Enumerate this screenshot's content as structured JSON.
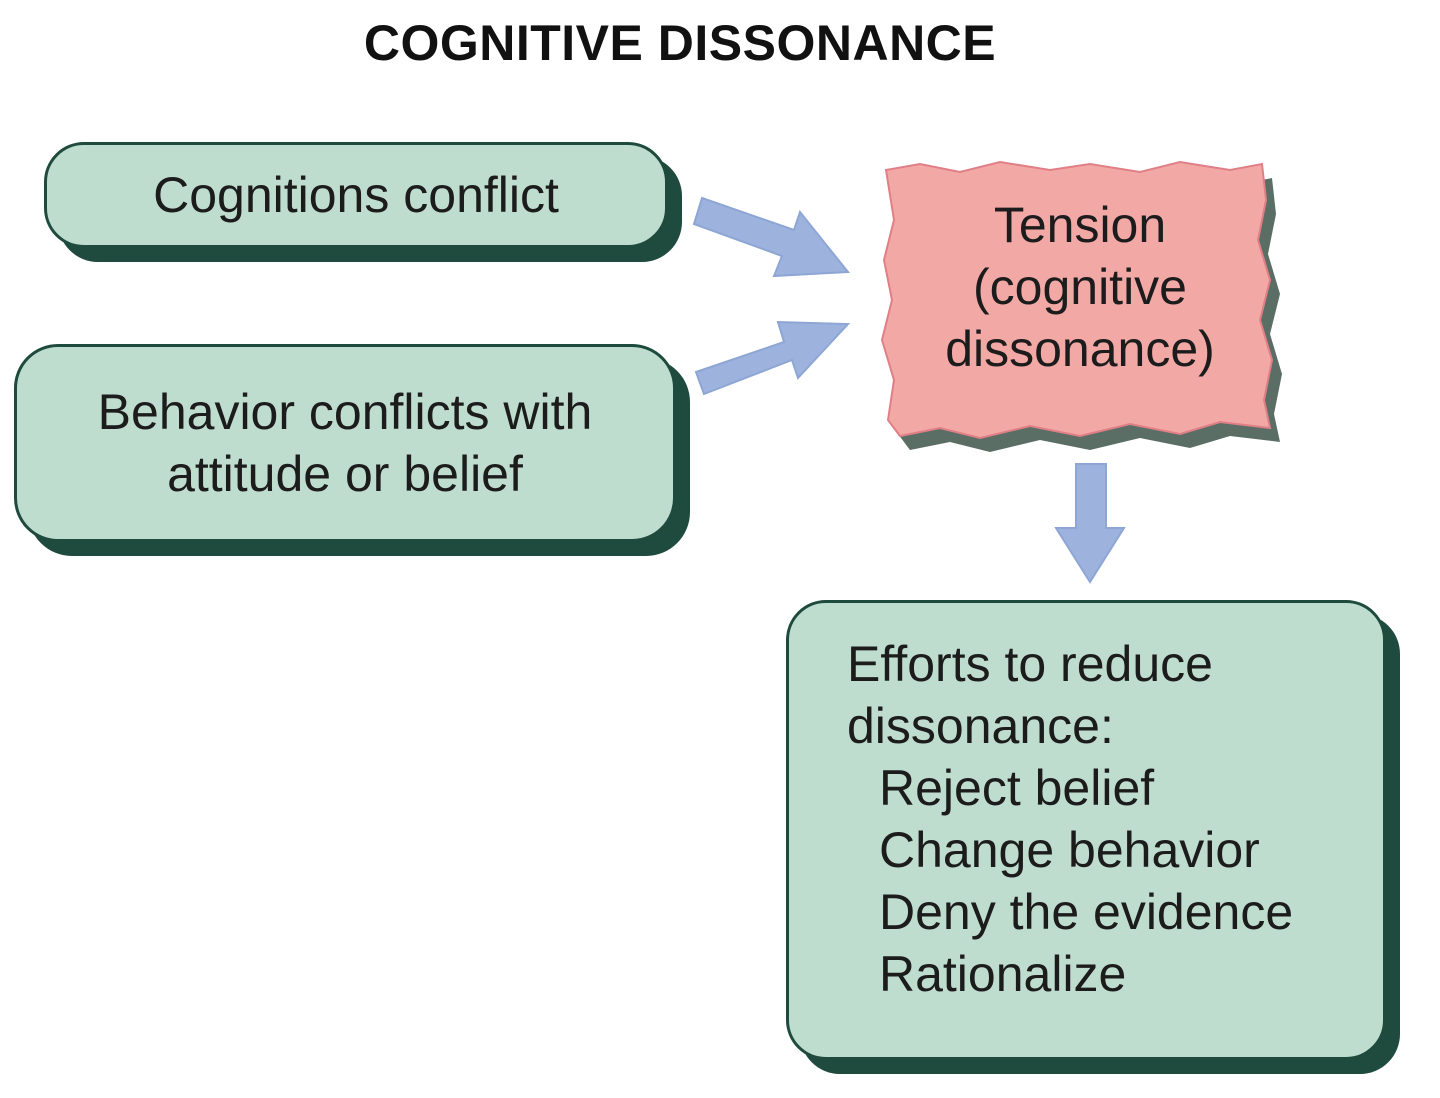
{
  "title": "COGNITIVE DISSONANCE",
  "nodes": {
    "cognitions_conflict": "Cognitions conflict",
    "behavior_conflicts": [
      "Behavior conflicts with",
      "attitude or belief"
    ],
    "tension": [
      "Tension",
      "(cognitive",
      "dissonance)"
    ],
    "efforts": {
      "heading": [
        "Efforts to reduce",
        "dissonance:"
      ],
      "items": [
        "Reject belief",
        "Change behavior",
        "Deny the evidence",
        "Rationalize"
      ]
    }
  },
  "colors": {
    "box_fill": "#bfddcf",
    "box_shadow": "#1f4a3e",
    "tension_fill": "#f2a9a6",
    "arrow_fill": "#9db3de"
  }
}
